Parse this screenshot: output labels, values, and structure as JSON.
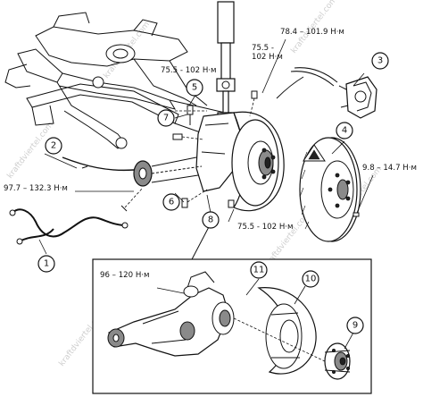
{
  "watermark": "kraftdviertel.com",
  "callouts": [
    {
      "id": "c1",
      "number": "1"
    },
    {
      "id": "c2",
      "number": "2"
    },
    {
      "id": "c3",
      "number": "3"
    },
    {
      "id": "c4",
      "number": "4"
    },
    {
      "id": "c5",
      "number": "5"
    },
    {
      "id": "c6",
      "number": "6"
    },
    {
      "id": "c7",
      "number": "7"
    },
    {
      "id": "c8",
      "number": "8"
    },
    {
      "id": "c9",
      "number": "9"
    },
    {
      "id": "c10",
      "number": "10"
    },
    {
      "id": "c11",
      "number": "11"
    }
  ],
  "torques": {
    "t1": "78.4 – 101.9 Н·м",
    "t2a": "75.5 -",
    "t2b": "102 Н·м",
    "t3": "75.5 - 102 Н·м",
    "t4": "9.8 – 14.7 Н·м",
    "t5": "97.7 – 132.3 Н·м",
    "t6": "75.5 - 102 Н·м",
    "t7": "96 – 120 Н·м"
  }
}
